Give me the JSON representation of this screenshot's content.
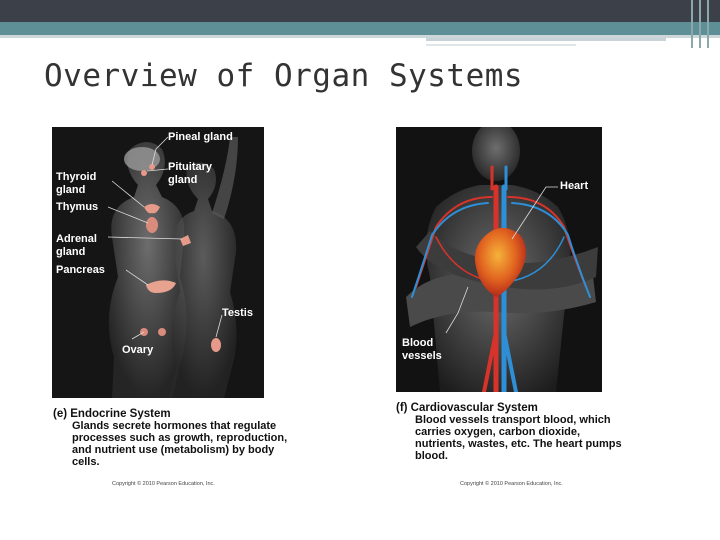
{
  "slide": {
    "title": "Overview of Organ Systems"
  },
  "endocrine": {
    "labels": {
      "pineal": "Pineal gland",
      "pituitary": "Pituitary\ngland",
      "thyroid": "Thyroid\ngland",
      "thymus": "Thymus",
      "adrenal": "Adrenal\ngland",
      "pancreas": "Pancreas",
      "testis": "Testis",
      "ovary": "Ovary"
    },
    "caption_head": "(e) Endocrine System",
    "caption_body": "Glands secrete hormones that regulate\nprocesses such as growth, reproduction,\nand nutrient use (metabolism) by body\ncells.",
    "copyright": "Copyright © 2010 Pearson Education, Inc."
  },
  "cardiovascular": {
    "labels": {
      "heart": "Heart",
      "blood_vessels": "Blood\nvessels"
    },
    "caption_head": "(f) Cardiovascular System",
    "caption_body": "Blood vessels transport blood, which\ncarries oxygen, carbon dioxide,\nnutrients, wastes, etc. The heart pumps\nblood.",
    "copyright": "Copyright © 2010 Pearson Education, Inc."
  },
  "colors": {
    "theme_dark": "#3b4049",
    "theme_teal": "#5f8f96",
    "artery_red": "#d8332a",
    "vein_blue": "#2f8fd6",
    "gland_pink": "#e79a8a"
  }
}
